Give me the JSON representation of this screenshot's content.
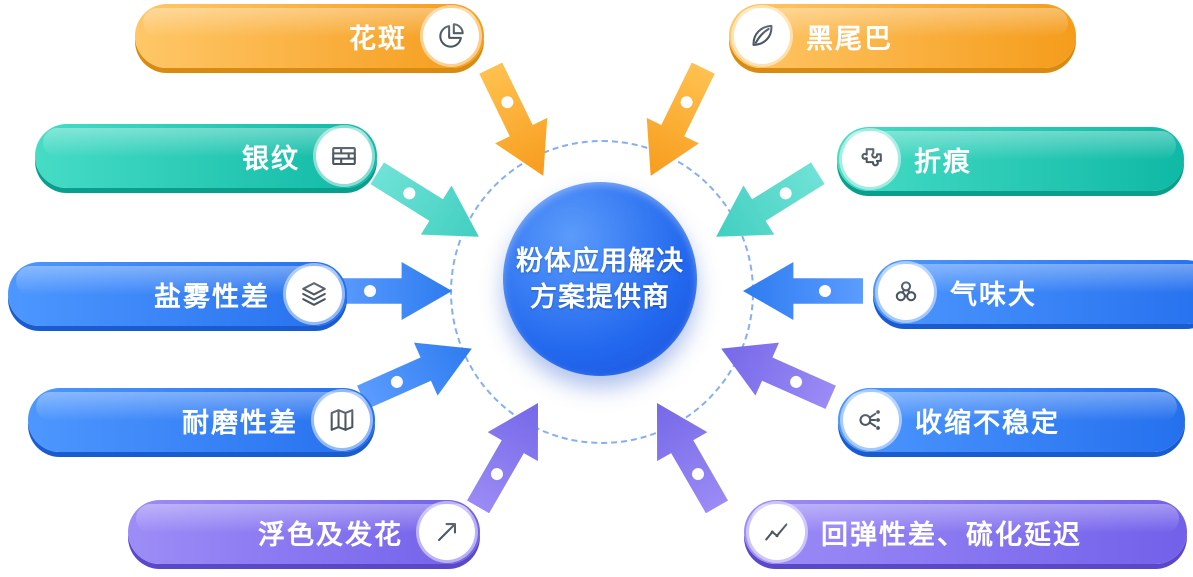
{
  "center": {
    "line1": "粉体应用解决",
    "line2": "方案提供商"
  },
  "pills": [
    {
      "label": "花斑",
      "icon": "pie-chart-icon",
      "color": "orange",
      "side": "left"
    },
    {
      "label": "黑尾巴",
      "icon": "leaf-icon",
      "color": "orange",
      "side": "right"
    },
    {
      "label": "银纹",
      "icon": "bricks-icon",
      "color": "teal",
      "side": "left"
    },
    {
      "label": "折痕",
      "icon": "puzzle-icon",
      "color": "teal",
      "side": "right"
    },
    {
      "label": "盐雾性差",
      "icon": "layers-icon",
      "color": "blue",
      "side": "left"
    },
    {
      "label": "气味大",
      "icon": "molecule-icon",
      "color": "blue",
      "side": "right"
    },
    {
      "label": "耐磨性差",
      "icon": "map-icon",
      "color": "blue",
      "side": "left"
    },
    {
      "label": "收缩不稳定",
      "icon": "branch-dots-icon",
      "color": "blue",
      "side": "right"
    },
    {
      "label": "浮色及发花",
      "icon": "trend-arrow-icon",
      "color": "purple",
      "side": "left"
    },
    {
      "label": "回弹性差、硫化延迟",
      "icon": "line-chart-icon",
      "color": "purple",
      "side": "right"
    }
  ],
  "colors": {
    "orange": "#F59C1B",
    "teal": "#0FB9A5",
    "blue": "#2E7CF0",
    "purple": "#7668E8",
    "center_blue": "#2268EE",
    "icon_stroke": "#4A5560"
  }
}
